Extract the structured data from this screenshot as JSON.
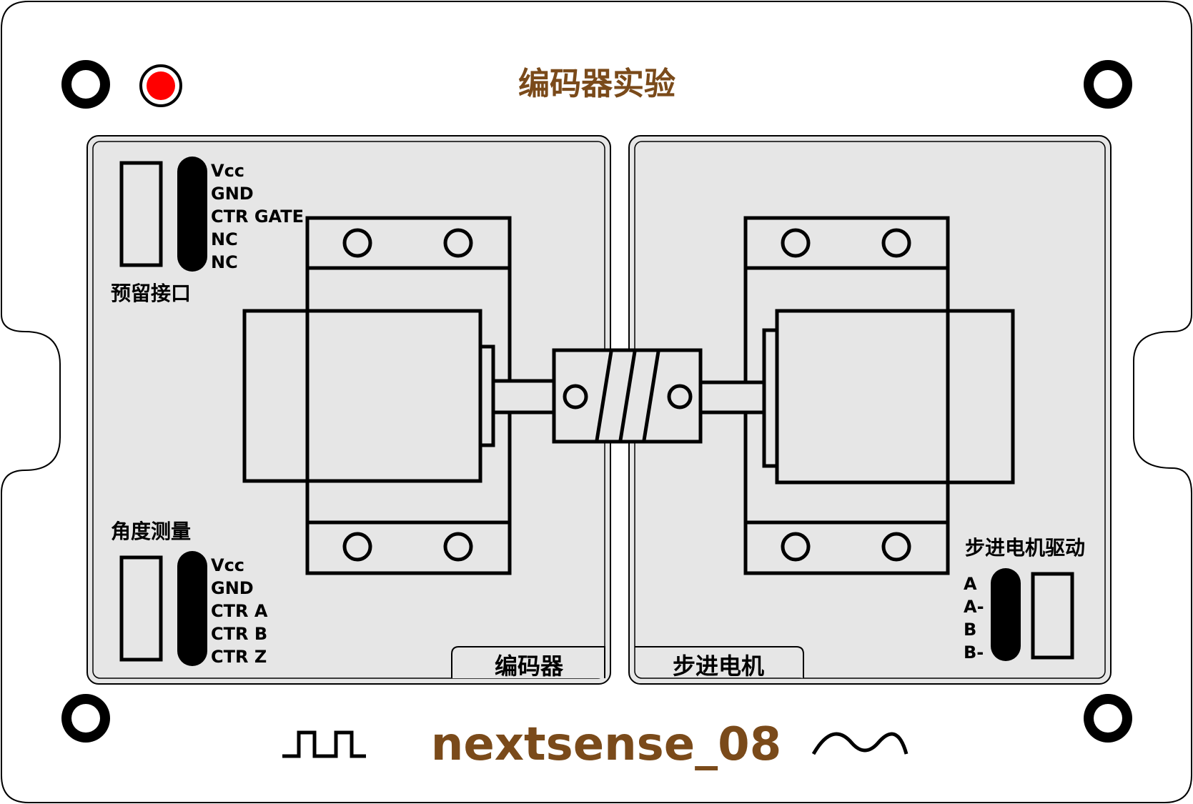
{
  "board": {
    "title": "编码器实验",
    "brand": "nextsense_08",
    "colors": {
      "brand": "#7a4a1a",
      "panel": "#e6e6e6",
      "led": "#ff0000",
      "line": "#000000"
    }
  },
  "left_panel": {
    "tab_label": "编码器",
    "reserved_port": {
      "label": "预留接口",
      "pins": [
        "Vcc",
        "GND",
        "CTR GATE",
        "NC",
        "NC"
      ]
    },
    "angle_measure": {
      "label": "角度测量",
      "pins": [
        "Vcc",
        "GND",
        "CTR A",
        "CTR B",
        "CTR Z"
      ]
    }
  },
  "right_panel": {
    "tab_label": "步进电机",
    "stepper_driver": {
      "label": "步进电机驱动",
      "pins": [
        "A",
        "A-",
        "B",
        "B-"
      ]
    }
  },
  "icons": {
    "status_led": "led-indicator-icon",
    "square_wave": "square-wave-icon",
    "sine_wave": "sine-wave-icon"
  }
}
